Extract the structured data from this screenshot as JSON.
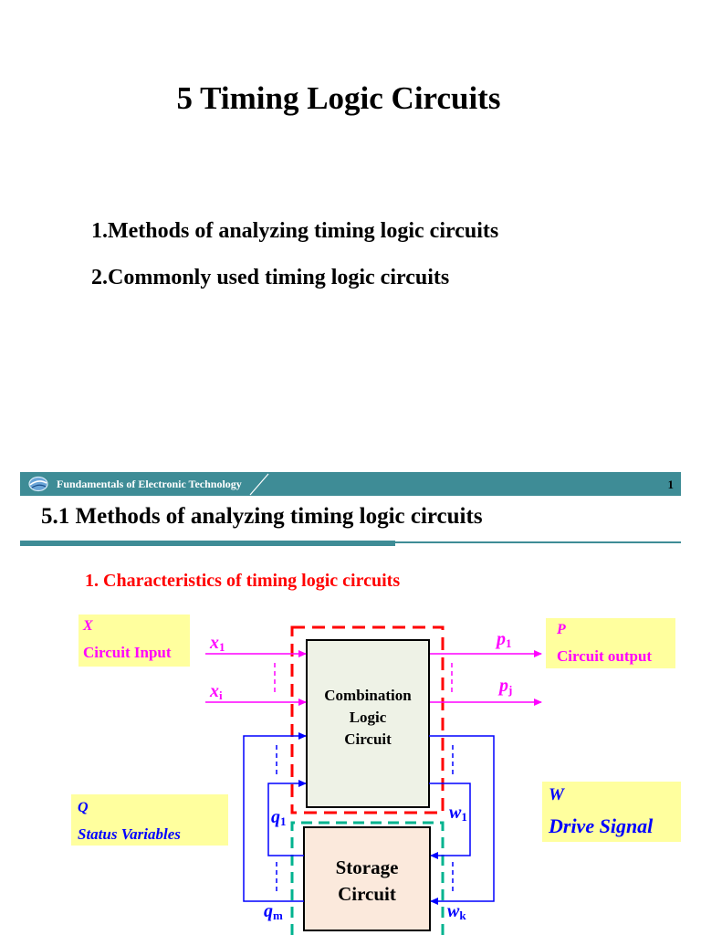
{
  "slide_title": "5  Timing Logic Circuits",
  "outline": [
    "1.Methods of analyzing timing logic circuits",
    "2.Commonly used timing logic circuits"
  ],
  "banner": {
    "text": "Fundamentals of Electronic Technology",
    "page_number": "1"
  },
  "section_title": "5.1 Methods of analyzing timing logic circuits",
  "subheading": "1. Characteristics of timing logic circuits",
  "labels": {
    "input": {
      "symbol": "X",
      "text": "Circuit Input"
    },
    "output": {
      "symbol": "P",
      "text": "Circuit output"
    },
    "status": {
      "symbol": "Q",
      "text": "Status Variables"
    },
    "drive": {
      "symbol": "W",
      "text": "Drive Signal"
    }
  },
  "signals": {
    "x1": {
      "base": "x",
      "sub": "1"
    },
    "xi": {
      "base": "x",
      "sub": "i"
    },
    "p1": {
      "base": "p",
      "sub": "1"
    },
    "pj": {
      "base": "p",
      "sub": "j"
    },
    "q1": {
      "base": "q",
      "sub": "1"
    },
    "qm": {
      "base": "q",
      "sub": "m"
    },
    "w1": {
      "base": "w",
      "sub": "1"
    },
    "wk": {
      "base": "w",
      "sub": "k"
    }
  },
  "blocks": {
    "combination": [
      "Combination",
      "Logic",
      "Circuit"
    ],
    "storage": [
      "Storage",
      "Circuit"
    ]
  },
  "colors": {
    "banner": "#3e8c96",
    "label_bg": "#ffff9e",
    "magenta": "#ff00ff",
    "blue": "#0000ff",
    "red": "#ff0000",
    "teal_dash": "#00b38f",
    "comb_fill": "#eef2e6",
    "storage_fill": "#fbe9dc"
  }
}
